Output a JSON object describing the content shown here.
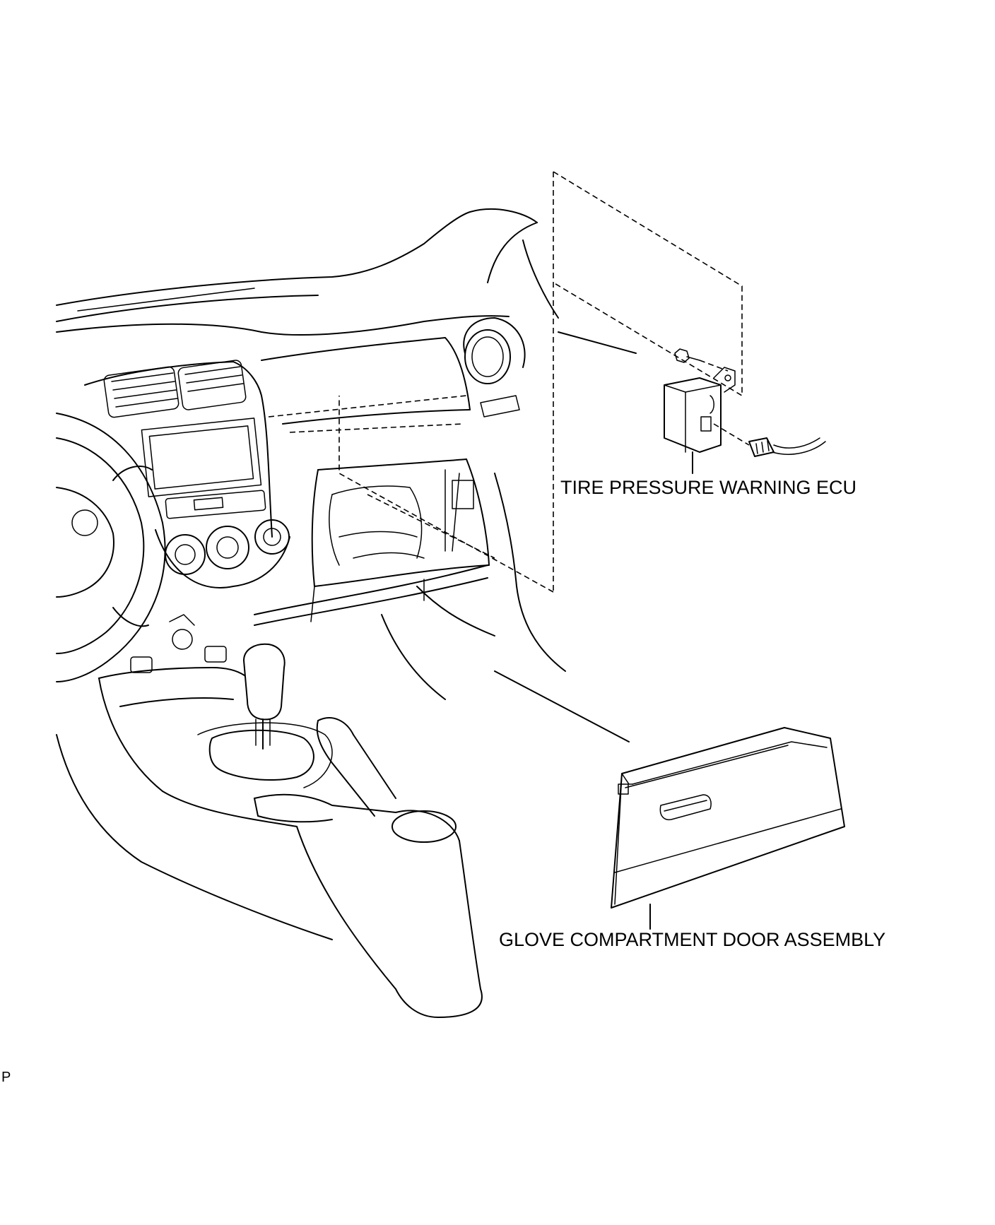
{
  "labels": {
    "ecu": "TIRE PRESSURE WARNING ECU",
    "glove_box": "GLOVE COMPARTMENT DOOR ASSEMBLY"
  },
  "corner_code": "P"
}
